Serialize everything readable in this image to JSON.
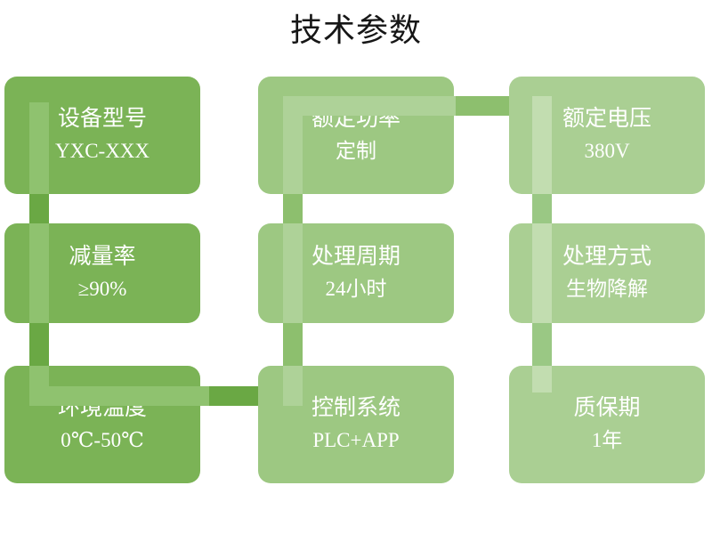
{
  "slide": {
    "title": "技术参数",
    "background": "#FFFFFF",
    "title_color": "#161616"
  },
  "palette": {
    "column_1_card": "#7BB356",
    "column_2_card": "#9DC882",
    "column_3_card": "#AACF93",
    "column_1_bar": "#6AA844",
    "column_2_bar": "#8DBF6E",
    "column_3_bar": "#9AC884",
    "label_text": "#FFFFFF"
  },
  "cards": [
    {
      "id": "device-model",
      "title": "设备型号",
      "value": "YXC-XXX",
      "row": 1,
      "col": 1
    },
    {
      "id": "rated-power",
      "title": "额定功率",
      "value": "定制",
      "row": 1,
      "col": 2
    },
    {
      "id": "rated-voltage",
      "title": "额定电压",
      "value": "380V",
      "row": 1,
      "col": 3
    },
    {
      "id": "reduction-rate",
      "title": "减量率",
      "value": "≥90%",
      "row": 2,
      "col": 1
    },
    {
      "id": "processing-cycle",
      "title": "处理周期",
      "value": "24小时",
      "row": 2,
      "col": 2
    },
    {
      "id": "processing-method",
      "title": "处理方式",
      "value": "生物降解",
      "row": 2,
      "col": 3
    },
    {
      "id": "ambient-temperature",
      "title": "环境温度",
      "value": "0℃-50℃",
      "row": 3,
      "col": 1
    },
    {
      "id": "control-system",
      "title": "控制系统",
      "value": "PLC+APP",
      "row": 3,
      "col": 2
    },
    {
      "id": "warranty-period",
      "title": "质保期",
      "value": "1年",
      "row": 3,
      "col": 3
    }
  ]
}
